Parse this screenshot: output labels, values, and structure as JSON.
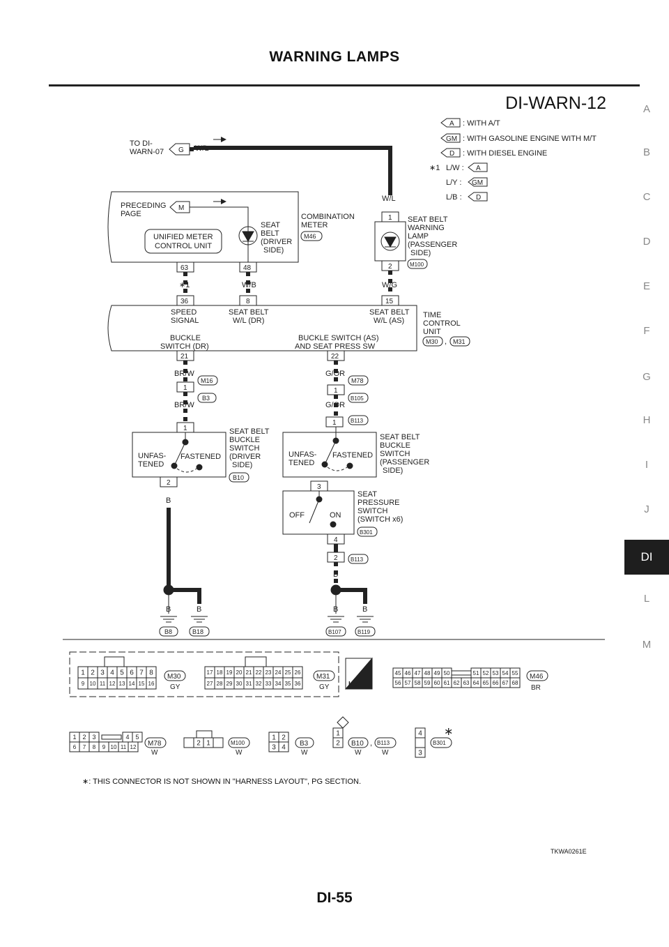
{
  "header": {
    "title": "WARNING LAMPS",
    "code": "DI-WARN-12"
  },
  "side_index": [
    "A",
    "B",
    "C",
    "D",
    "E",
    "F",
    "G",
    "H",
    "I",
    "J",
    "DI",
    "L",
    "M"
  ],
  "side_index_active": "DI",
  "footer": {
    "page": "DI-55",
    "figure_code": "TKWA0261E"
  },
  "footnote": "∗: THIS CONNECTOR IS NOT SHOWN IN \"HARNESS LAYOUT\", PG SECTION.",
  "legend": {
    "a": "A",
    "a_text": ": WITH A/T",
    "gm": "GM",
    "gm_text": ": WITH GASOLINE ENGINE WITH M/T",
    "d": "D",
    "d_text": ": WITH DIESEL ENGINE",
    "star1": "∗1",
    "lw": "L/W :",
    "ly": "L/Y :",
    "lb": "L/B :"
  },
  "labels": {
    "to_di_1": "TO DI-",
    "to_di_2": "WARN-07",
    "g": "G",
    "wl": "W/L",
    "preceding_1": "PRECEDING",
    "preceding_2": "PAGE",
    "m": "M",
    "umc_1": "UNIFIED METER",
    "umc_2": "CONTROL UNIT",
    "seat_belt_dr": [
      "SEAT",
      "BELT",
      "(DRIVER",
      "SIDE)"
    ],
    "combination_1": "COMBINATION",
    "combination_2": "METER",
    "m46": "M46",
    "wl2": "W/L",
    "p1": "1",
    "p2": "2",
    "seat_belt_as": [
      "SEAT BELT",
      "WARNING",
      "LAMP",
      "(PASSENGER",
      "SIDE)"
    ],
    "m100": "M100",
    "p63": "63",
    "p48": "48",
    "star_1": "∗1",
    "wb": "W/B",
    "wg": "W/G",
    "p36": "36",
    "p8": "8",
    "p15": "15",
    "speed_1": "SPEED",
    "speed_2": "SIGNAL",
    "sbwl_dr_1": "SEAT BELT",
    "sbwl_dr_2": "W/L (DR)",
    "sbwl_as_1": "SEAT BELT",
    "sbwl_as_2": "W/L (AS)",
    "tcu": [
      "TIME",
      "CONTROL",
      "UNIT"
    ],
    "m30": "M30",
    "comma": ",",
    "m31": "M31",
    "buckle_dr_1": "BUCKLE",
    "buckle_dr_2": "SWITCH (DR)",
    "buckle_as_1": "BUCKLE SWITCH (AS)",
    "buckle_as_2": "AND SEAT PRESS SW",
    "p21": "21",
    "p22": "22",
    "brw1": "BR/W",
    "m16": "M16",
    "p1b": "1",
    "b3": "B3",
    "brw2": "BR/W",
    "gor1": "G/OR",
    "m78": "M78",
    "p1c": "1",
    "b105": "B105",
    "gor2": "G/OR",
    "p1d": "1",
    "b113": "B113",
    "p1e": "1",
    "unfas_1": "UNFAS-",
    "unfas_2": "TENED",
    "fastened": "FASTENED",
    "buckle_sw_dr": [
      "SEAT BELT",
      "BUCKLE",
      "SWITCH",
      "(DRIVER",
      "SIDE)"
    ],
    "b10": "B10",
    "p2b": "2",
    "b_1": "B",
    "unfas_3": "UNFAS-",
    "unfas_4": "TENED",
    "fastened2": "FASTENED",
    "buckle_sw_as": [
      "SEAT BELT",
      "BUCKLE",
      "SWITCH",
      "(PASSENGER",
      "SIDE)"
    ],
    "p3": "3",
    "seat_pressure": [
      "SEAT",
      "PRESSURE",
      "SWITCH",
      "(SWITCH x6)"
    ],
    "off": "OFF",
    "on": "ON",
    "p4": "4",
    "b301": "B301",
    "p2c": "2",
    "b113b": "B113",
    "b_2": "B",
    "gb1": "B",
    "gb2": "B",
    "gb3": "B",
    "gb4": "B",
    "b8": "B8",
    "b18": "B18",
    "b107": "B107",
    "b119": "B119"
  },
  "connectors": {
    "m30_top": [
      "1",
      "2",
      "3",
      "4",
      "5",
      "6",
      "7",
      "8"
    ],
    "m30_bot": [
      "9",
      "10",
      "11",
      "12",
      "13",
      "14",
      "15",
      "16"
    ],
    "m30": "M30",
    "m30_color": "GY",
    "m31_top": [
      "17",
      "18",
      "19",
      "20",
      "21",
      "22",
      "23",
      "24",
      "25",
      "26"
    ],
    "m31_bot": [
      "27",
      "28",
      "29",
      "30",
      "31",
      "32",
      "33",
      "34",
      "35",
      "36"
    ],
    "m31": "M31",
    "m31_color": "GY",
    "hs": "H.S.",
    "m46_top_l": [
      "45",
      "46",
      "47",
      "48",
      "49",
      "50"
    ],
    "m46_top_r": [
      "51",
      "52",
      "53",
      "54",
      "55"
    ],
    "m46_bot": [
      "56",
      "57",
      "58",
      "59",
      "60",
      "61",
      "62",
      "63",
      "64",
      "65",
      "66",
      "67",
      "68"
    ],
    "m46": "M46",
    "m46_color": "BR",
    "m78_top_l": [
      "1",
      "2",
      "3"
    ],
    "m78_top_r": [
      "4",
      "5"
    ],
    "m78_bot": [
      "6",
      "7",
      "8",
      "9",
      "10",
      "11",
      "12"
    ],
    "m78": "M78",
    "m78_color": "W",
    "m100_pins": [
      "2",
      "1"
    ],
    "m100": "M100",
    "m100_color": "W",
    "b3_pins": [
      "1",
      "2",
      "3",
      "4"
    ],
    "b3": "B3",
    "b3_color": "W",
    "b10_pins": [
      "1",
      "2"
    ],
    "b10": "B10",
    "comma": ",",
    "b113": "B113",
    "b10_color": "W",
    "b113_color": "W",
    "b301_pins": [
      "4",
      "3"
    ],
    "b301": "B301",
    "star": "∗"
  }
}
